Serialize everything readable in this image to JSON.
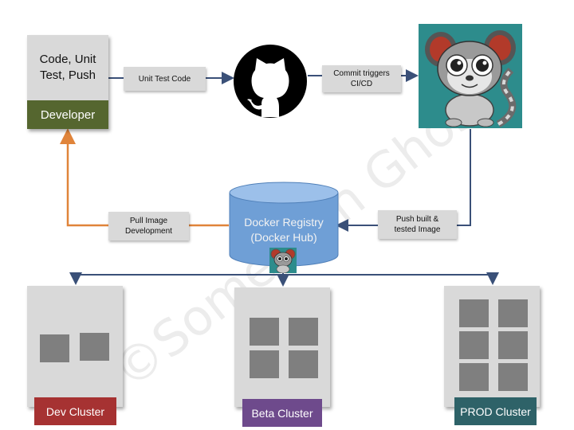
{
  "developer": {
    "task_text": "Code, Unit\nTest, Push",
    "role_label": "Developer"
  },
  "edges": {
    "unit_test_code": "Unit Test Code",
    "commit_triggers": "Commit triggers\nCI/CD",
    "push_built": "Push built &\ntested Image",
    "pull_image": "Pull Image\nDevelopment"
  },
  "registry": {
    "label": "Docker Registry\n(Docker Hub)"
  },
  "clusters": {
    "dev": {
      "label": "Dev Cluster",
      "color": "#a63232"
    },
    "beta": {
      "label": "Beta Cluster",
      "color": "#6e4a8c"
    },
    "prod": {
      "label": "PROD Cluster",
      "color": "#2e6268"
    }
  },
  "icons": {
    "source_control": "github-octocat-icon",
    "ci_mascot": "gremlin-ci-icon"
  },
  "colors": {
    "arrow": "#3a5078",
    "pull_arrow": "#e0843a",
    "registry_fill": "#6f9fd6",
    "ci_bg": "#2d8c8c"
  },
  "watermark": "©Somenath Ghosh"
}
